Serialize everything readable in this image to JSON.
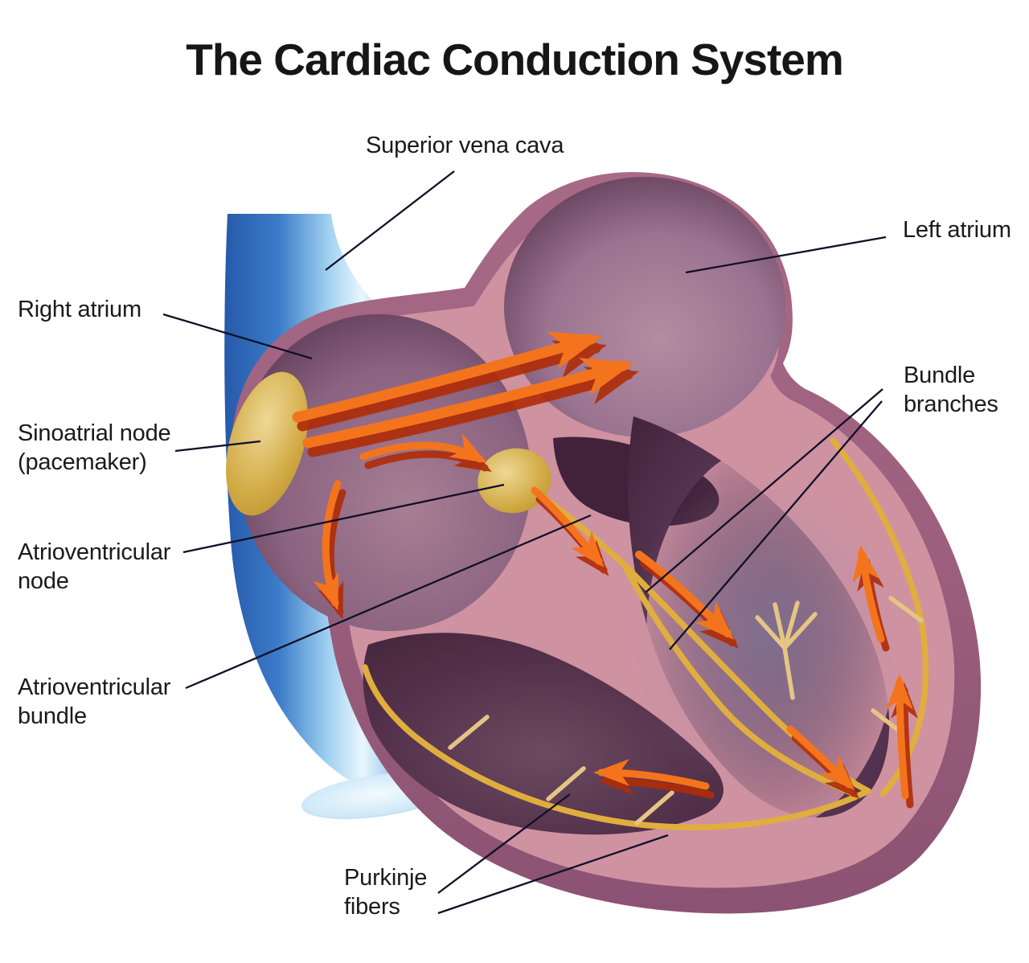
{
  "title": "The Cardiac Conduction System",
  "labels": {
    "superior_vena_cava": {
      "lines": [
        "Superior vena cava"
      ]
    },
    "left_atrium": {
      "lines": [
        "Left atrium"
      ]
    },
    "right_atrium": {
      "lines": [
        "Right atrium"
      ]
    },
    "sinoatrial_node": {
      "lines": [
        "Sinoatrial node",
        "(pacemaker)"
      ]
    },
    "atrioventricular_node": {
      "lines": [
        "Atrioventricular",
        "node"
      ]
    },
    "atrioventricular_bundle": {
      "lines": [
        "Atrioventricular",
        "bundle"
      ]
    },
    "bundle_branches": {
      "lines": [
        "Bundle",
        "branches"
      ]
    },
    "purkinje_fibers": {
      "lines": [
        "Purkinje",
        "fibers"
      ]
    }
  },
  "colors": {
    "background": "#ffffff",
    "vessel_blue": "#2f74c8",
    "vessel_highlight": "#e9f7fe",
    "heart_wall_outer": "#9b5e7c",
    "heart_wall_inner": "#cf92a1",
    "chamber_dark": "#4c2943",
    "chamber_light": "#a87e94",
    "node_gold": "#d2ab46",
    "fiber_yellow": "#e0ae3e",
    "fiber_twig": "#e5c584",
    "arrow_orange": "#f4741d",
    "arrow_shadow": "#b02c07",
    "leader_line": "#101028",
    "text": "#1a1a1a"
  }
}
